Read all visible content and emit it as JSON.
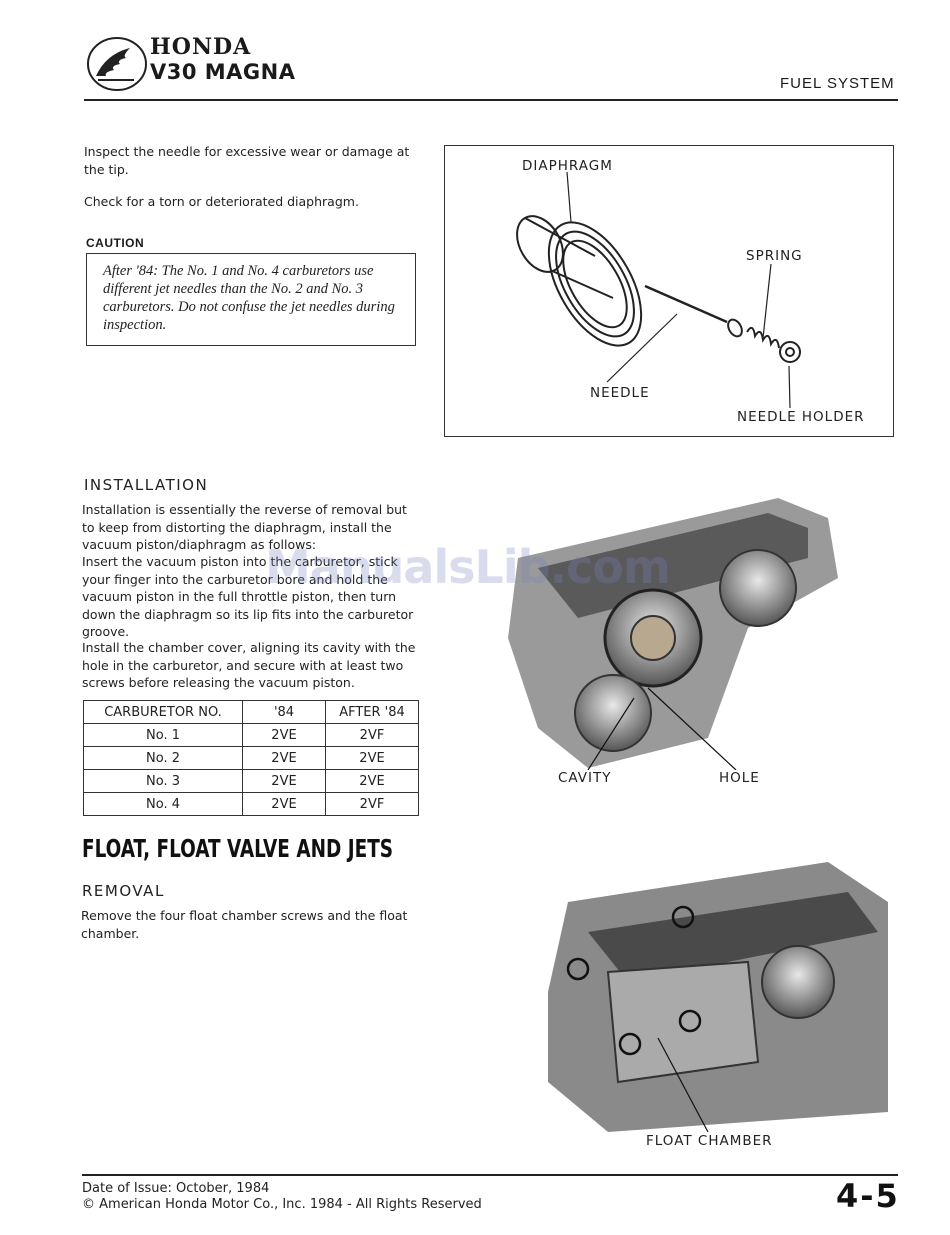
{
  "header": {
    "brand": "HONDA",
    "model": "V30 MAGNA",
    "section": "FUEL SYSTEM"
  },
  "inspection": {
    "para1": "Inspect the needle for excessive wear or damage at the tip.",
    "para2": "Check for a torn or deteriorated diaphragm.",
    "caution_label": "CAUTION",
    "caution_text": "After '84: The No. 1 and No. 4 carburetors use different jet needles than the No. 2 and No. 3 carburetors. Do not confuse the jet needles during inspection."
  },
  "figure1": {
    "diaphragm": "DIAPHRAGM",
    "spring": "SPRING",
    "needle": "NEEDLE",
    "needle_holder": "NEEDLE HOLDER"
  },
  "installation": {
    "heading": "INSTALLATION",
    "para1": "Installation is essentially the reverse of removal but to keep from distorting the diaphragm, install the vacuum piston/diaphragm as follows:",
    "para2": "Insert the vacuum piston into the carburetor, stick your finger into the carburetor bore and hold the vacuum piston in the full throttle piston, then turn down the diaphragm so its lip fits into the carburetor groove.",
    "para3": "Install the chamber cover, aligning its cavity with the hole in the carburetor, and secure with at least two screws before releasing the vacuum piston."
  },
  "table": {
    "headers": [
      "CARBURETOR NO.",
      "'84",
      "AFTER '84"
    ],
    "rows": [
      [
        "No. 1",
        "2VE",
        "2VF"
      ],
      [
        "No. 2",
        "2VE",
        "2VE"
      ],
      [
        "No. 3",
        "2VE",
        "2VE"
      ],
      [
        "No. 4",
        "2VE",
        "2VF"
      ]
    ]
  },
  "figure2": {
    "cavity": "CAVITY",
    "hole": "HOLE"
  },
  "float_section": {
    "heading": "FLOAT, FLOAT VALVE AND JETS",
    "removal_heading": "REMOVAL",
    "removal_text": "Remove the four float chamber screws and the float chamber."
  },
  "figure3": {
    "float_chamber": "FLOAT CHAMBER"
  },
  "footer": {
    "date": "Date of Issue: October, 1984",
    "copyright": "© American Honda Motor Co., Inc. 1984 - All Rights Reserved",
    "page": "4-5"
  },
  "watermark": "ManualsLib.com"
}
